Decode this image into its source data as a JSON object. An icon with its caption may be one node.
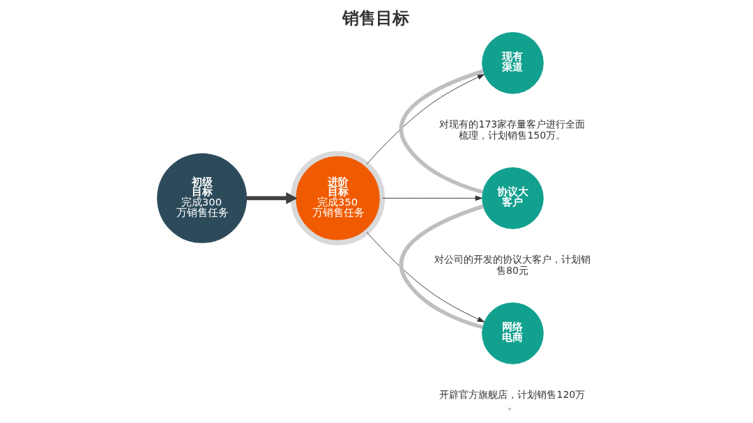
{
  "diagram": {
    "title": "销售目标",
    "nodes": [
      {
        "text": [
          "初级目标",
          "完成300万销售任务"
        ]
      },
      {
        "text": [
          "进阶目标",
          "完成350万销售任务"
        ]
      },
      {
        "text": [
          "现有渠道"
        ],
        "beside": [
          "对现有的173家存量客户进行全面梳理，计划销售150万。"
        ]
      },
      {
        "text": [
          "协议大客户"
        ],
        "beside": [
          "对公司的开发的协议大客户，计划销售80元"
        ]
      },
      {
        "text": [
          "网络电商"
        ],
        "beside": [
          "开辟官方旗舰店，计划销售120万。"
        ]
      }
    ],
    "edges": [
      {
        "from": 0,
        "to": 1,
        "arrow": "to",
        "style": "thick"
      },
      {
        "from": 1,
        "to": 2,
        "arrow": "to"
      },
      {
        "from": 1,
        "to": 3,
        "arrow": "to"
      },
      {
        "from": 1,
        "to": 4,
        "arrow": "to"
      },
      {
        "from": 2,
        "to": 3,
        "arrow": "none",
        "style": "thick",
        "color": "#bfbfbf"
      },
      {
        "from": 3,
        "to": 4,
        "arrow": "none",
        "style": "thick",
        "color": "#bfbfbf"
      }
    ]
  }
}
